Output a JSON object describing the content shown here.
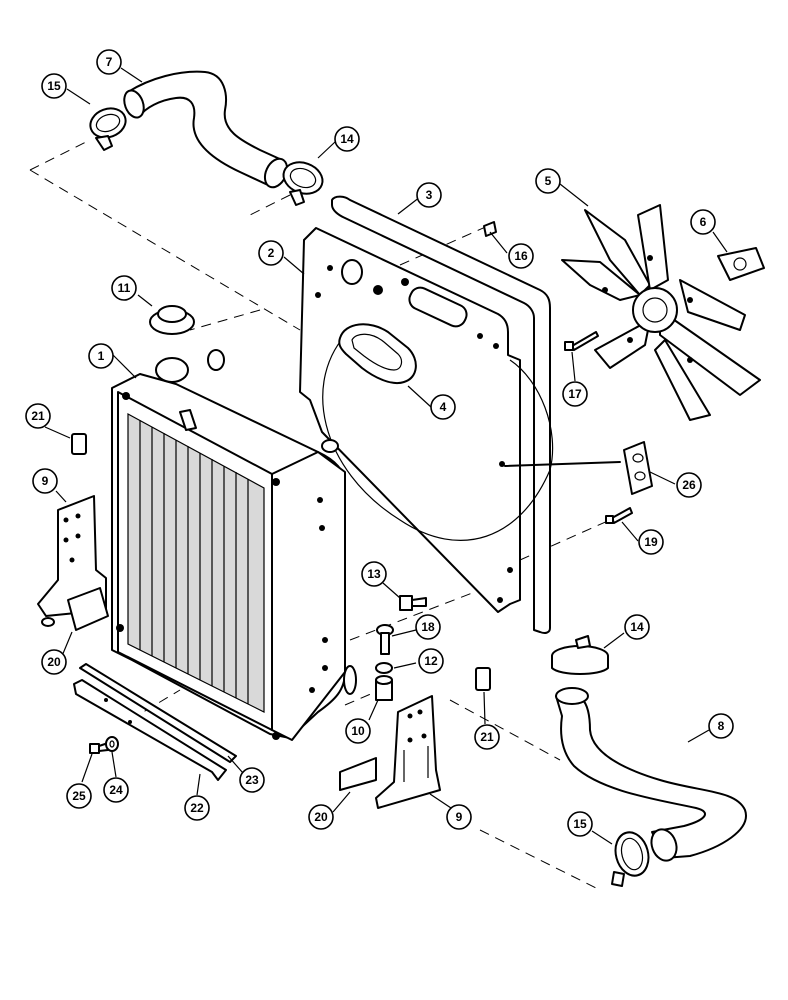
{
  "callouts": [
    {
      "id": "c1",
      "label": "1"
    },
    {
      "id": "c2",
      "label": "2"
    },
    {
      "id": "c3",
      "label": "3"
    },
    {
      "id": "c4",
      "label": "4"
    },
    {
      "id": "c5",
      "label": "5"
    },
    {
      "id": "c6",
      "label": "6"
    },
    {
      "id": "c7",
      "label": "7"
    },
    {
      "id": "c8",
      "label": "8"
    },
    {
      "id": "c9a",
      "label": "9"
    },
    {
      "id": "c9b",
      "label": "9"
    },
    {
      "id": "c10",
      "label": "10"
    },
    {
      "id": "c11",
      "label": "11"
    },
    {
      "id": "c12",
      "label": "12"
    },
    {
      "id": "c13",
      "label": "13"
    },
    {
      "id": "c14a",
      "label": "14"
    },
    {
      "id": "c14b",
      "label": "14"
    },
    {
      "id": "c15a",
      "label": "15"
    },
    {
      "id": "c15b",
      "label": "15"
    },
    {
      "id": "c16",
      "label": "16"
    },
    {
      "id": "c17",
      "label": "17"
    },
    {
      "id": "c18",
      "label": "18"
    },
    {
      "id": "c19",
      "label": "19"
    },
    {
      "id": "c20a",
      "label": "20"
    },
    {
      "id": "c20b",
      "label": "20"
    },
    {
      "id": "c21a",
      "label": "21"
    },
    {
      "id": "c21b",
      "label": "21"
    },
    {
      "id": "c22",
      "label": "22"
    },
    {
      "id": "c23",
      "label": "23"
    },
    {
      "id": "c24",
      "label": "24"
    },
    {
      "id": "c25",
      "label": "25"
    },
    {
      "id": "c26",
      "label": "26"
    }
  ],
  "colors": {
    "line": "#000000",
    "background": "#ffffff",
    "shade": "#d9d9d9"
  }
}
